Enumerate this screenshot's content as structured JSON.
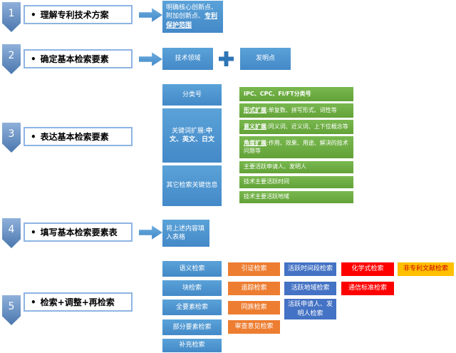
{
  "bullet": "•",
  "colors": {
    "step_badge_blue": "#4A77AE",
    "detail_blue": "#4E9BD5",
    "green": "#6FAE44",
    "orange": "#ED7D31",
    "dark_blue": "#4472C4",
    "red": "#FF0000",
    "yellow": "#FFC000",
    "yellow_text": "#CC0000",
    "step_border": "#8EB4E3"
  },
  "icons": {
    "arrow": "arrow-right-icon",
    "plus": "plus-icon"
  },
  "steps": [
    {
      "num": "1",
      "title": "理解专利技术方案"
    },
    {
      "num": "2",
      "title": "确定基本检索要素"
    },
    {
      "num": "3",
      "title": "表达基本检索要素"
    },
    {
      "num": "4",
      "title": "填写基本检索要素表"
    },
    {
      "num": "5",
      "title": "检索+调整+再检索"
    }
  ],
  "step1": {
    "detail_line1": "明确核心创新点、附加创新点、",
    "detail_line2": "专利保护范围"
  },
  "step2": {
    "tech_field": "技术领域",
    "invention_point": "发明点"
  },
  "step3": {
    "class_label": "分类号",
    "class_item": "IPC、CPC、FI/FT分类号",
    "keyword_prefix": "关键词扩展:",
    "keyword_langs": "中文、英文、日文",
    "keyword_items": [
      {
        "prefix": "形式扩展",
        "text": ":单复数、拼写形式、词性等"
      },
      {
        "prefix": "意义扩展",
        "text": ":同义词、近义词、上下位概念等"
      },
      {
        "prefix": "角度扩展",
        "text": ":作用、效果、用途、解决的技术问题等"
      }
    ],
    "other_label": "其它检索关键信息",
    "other_items": [
      "主要活跃申请人、发明人",
      "技术主要活跃时间",
      "技术主要活跃地域"
    ]
  },
  "step4": {
    "detail": "将上述内容填入表格"
  },
  "step5": {
    "search_types": [
      "语义检索",
      "块检索",
      "全要素检索",
      "部分要素检索",
      "补充检索"
    ],
    "orange_items": [
      "引证检索",
      "追踪检索",
      "同族检索",
      "审查意见检索"
    ],
    "dark_blue_items": [
      "活跃时间段检索",
      "活跃地域检索",
      "活跃申请人、发明人检索"
    ],
    "red_items": [
      "化学式检索",
      "通信标准检索"
    ],
    "yellow_items": [
      "非专利文献检索"
    ]
  }
}
